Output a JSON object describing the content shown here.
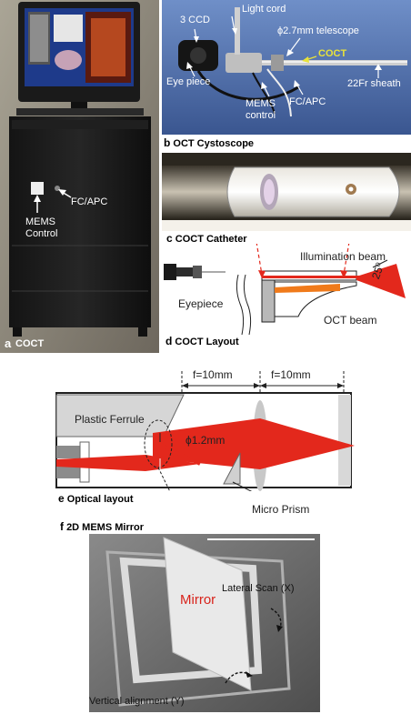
{
  "panel_a": {
    "letter": "a",
    "caption": "COCT",
    "labels": {
      "fc_apc": "FC/APC",
      "mems_line1": "MEMS",
      "mems_line2": "Control"
    }
  },
  "panel_b": {
    "letter": "b",
    "caption": "OCT Cystoscope",
    "labels": {
      "ccd": "3 CCD",
      "light_cord": "Light cord",
      "telescope": "ϕ2.7mm telescope",
      "coct": "COCT",
      "eye_piece": "Eye piece",
      "sheath": "22Fr sheath",
      "mems_line1": "MEMS",
      "mems_line2": "control",
      "fc_apc": "FC/APC"
    }
  },
  "panel_c": {
    "letter": "c",
    "caption": "COCT Catheter"
  },
  "panel_d": {
    "letter": "d",
    "caption": "COCT Layout",
    "labels": {
      "illumination": "Illumination beam",
      "eyepiece": "Eyepiece",
      "oct_beam": "OCT beam",
      "angle": "25⁰"
    }
  },
  "panel_e": {
    "letter": "e",
    "caption": "Optical layout",
    "labels": {
      "f1": "f=10mm",
      "f2": "f=10mm",
      "ferrule": "Plastic Ferrule",
      "beam": "ϕ1.2mm",
      "prism": "Micro Prism"
    }
  },
  "panel_f": {
    "letter": "f",
    "caption": "2D MEMS Mirror",
    "labels": {
      "mirror": "Mirror",
      "lateral": "Lateral Scan (X)",
      "vertical": "Vertical alignment (Y)"
    }
  },
  "colors": {
    "beam_red": "#e3281c",
    "beam_orange": "#f07a1a",
    "label_red": "#d8231b",
    "coct_yellow": "#e8e23a"
  }
}
